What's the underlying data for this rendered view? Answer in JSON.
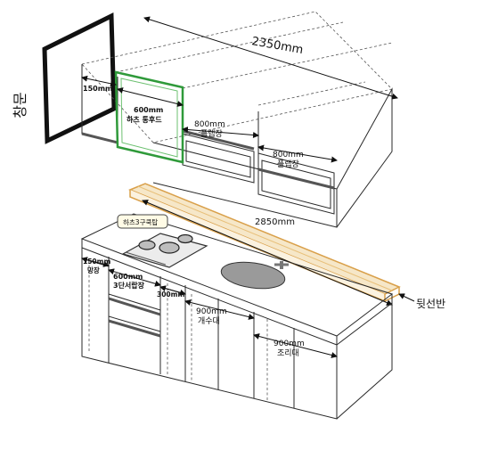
{
  "title": "",
  "upper": {
    "total_width": "2350mm",
    "window_gap": "150mm",
    "hood_width": "600mm",
    "hood_name": "하츠 통후드",
    "flap1_width": "800mm",
    "flap1_name": "플랩장",
    "flap2_width": "800mm",
    "flap2_name": "플랩장"
  },
  "lower": {
    "total_width": "2850mm",
    "gap_width": "150mm",
    "gap_name": "망장",
    "stove_name": "하츠3구쿡탑",
    "oven_width": "600mm",
    "oven_name": "3단서랍장",
    "sink_offset": "300mm",
    "sink_width": "900mm",
    "sink_name": "개수대",
    "prep_width": "900mm",
    "prep_name": "조리대"
  },
  "window_label": "창문",
  "backsplash_label": "뒷선반",
  "colors": {
    "hood_outline": "#2f9a3a",
    "shelf": "#d9a04a",
    "line": "#2a2a2a"
  }
}
